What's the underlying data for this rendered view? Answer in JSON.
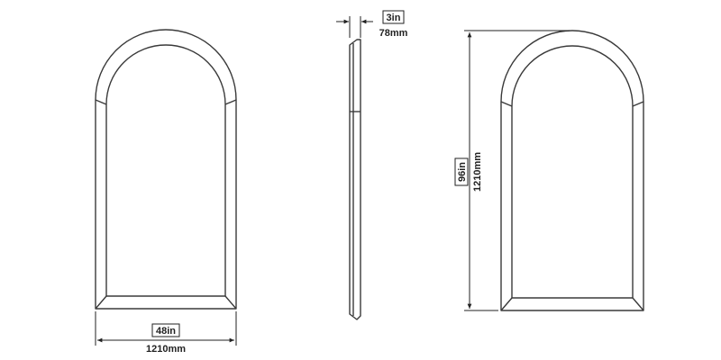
{
  "colors": {
    "outline": "#3a3a3a",
    "dimension": "#222222",
    "background": "#ffffff"
  },
  "dimensions": {
    "width": {
      "imperial": "48in",
      "metric": "1210mm"
    },
    "depth": {
      "imperial": "3in",
      "metric": "78mm"
    },
    "height": {
      "imperial": "96in",
      "metric": "1210mm"
    }
  }
}
